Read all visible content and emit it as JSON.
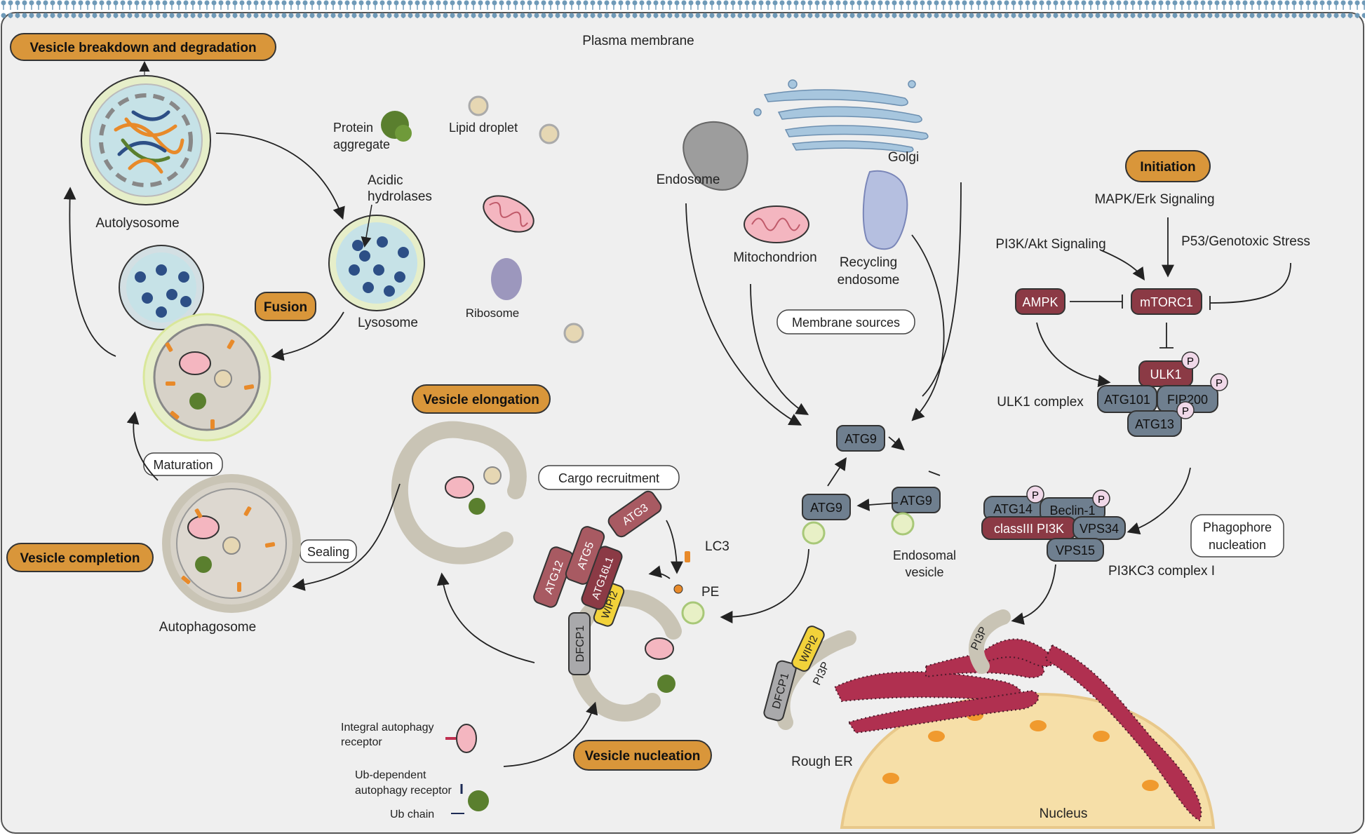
{
  "stages": {
    "breakdown": "Vesicle breakdown and degradation",
    "fusion": "Fusion",
    "elongation": "Vesicle elongation",
    "completion": "Vesicle completion",
    "nucleation": "Vesicle nucleation",
    "initiation": "Initiation"
  },
  "boxes": {
    "maturation": "Maturation",
    "sealing": "Sealing",
    "cargo": "Cargo recruitment",
    "membrane_sources": "Membrane sources",
    "phagophore_1": "Phagophore",
    "phagophore_2": "nucleation"
  },
  "labels": {
    "plasma_membrane": "Plasma membrane",
    "autolysosome": "Autolysosome",
    "lysosome": "Lysosome",
    "acidic_1": "Acidic",
    "acidic_2": "hydrolases",
    "protein_1": "Protein",
    "protein_2": "aggregate",
    "lipid_droplet": "Lipid droplet",
    "ribosome": "Ribosome",
    "autophagosome": "Autophagosome",
    "endosome": "Endosome",
    "golgi": "Golgi",
    "mitochondrion": "Mitochondrion",
    "recycling_1": "Recycling",
    "recycling_2": "endosome",
    "endosomal_1": "Endosomal",
    "endosomal_2": "vesicle",
    "ulk1_complex": "ULK1 complex",
    "pi3kc3_complex": "PI3KC3 complex I",
    "mapk": "MAPK/Erk  Signaling",
    "pi3k_akt": "PI3K/Akt Signaling",
    "p53": "P53/Genotoxic Stress",
    "lc3": "LC3",
    "pe": "PE",
    "rough_er": "Rough ER",
    "nucleus": "Nucleus",
    "integral_1": "Integral autophagy",
    "integral_2": "receptor",
    "ubdep_1": "Ub-dependent",
    "ubdep_2": "autophagy receptor",
    "ub_chain": "Ub chain"
  },
  "proteins": {
    "ampk": "AMPK",
    "mtorc1": "mTORC1",
    "ulk1": "ULK1",
    "atg101": "ATG101",
    "fip200": "FIP200",
    "atg13": "ATG13",
    "atg9": "ATG9",
    "atg14": "ATG14",
    "beclin": "Beclin-1",
    "classiii": "classIII PI3K",
    "vps34": "VPS34",
    "vps15": "VPS15",
    "atg12": "ATG12",
    "atg5": "ATG5",
    "atg3": "ATG3",
    "atg16l1": "ATG16L1",
    "wipi2": "WIPI2",
    "dfcp1": "DFCP1",
    "pi3p": "PI3P",
    "p": "P"
  },
  "colors": {
    "stage_fill": "#d9963a",
    "dark_red": "#8b3a45",
    "slate": "#6f7f8f",
    "yellow": "#f2d23a",
    "membrane": "#c9c4b5",
    "er": "#b03050",
    "nucleus": "#f6dfa8"
  }
}
